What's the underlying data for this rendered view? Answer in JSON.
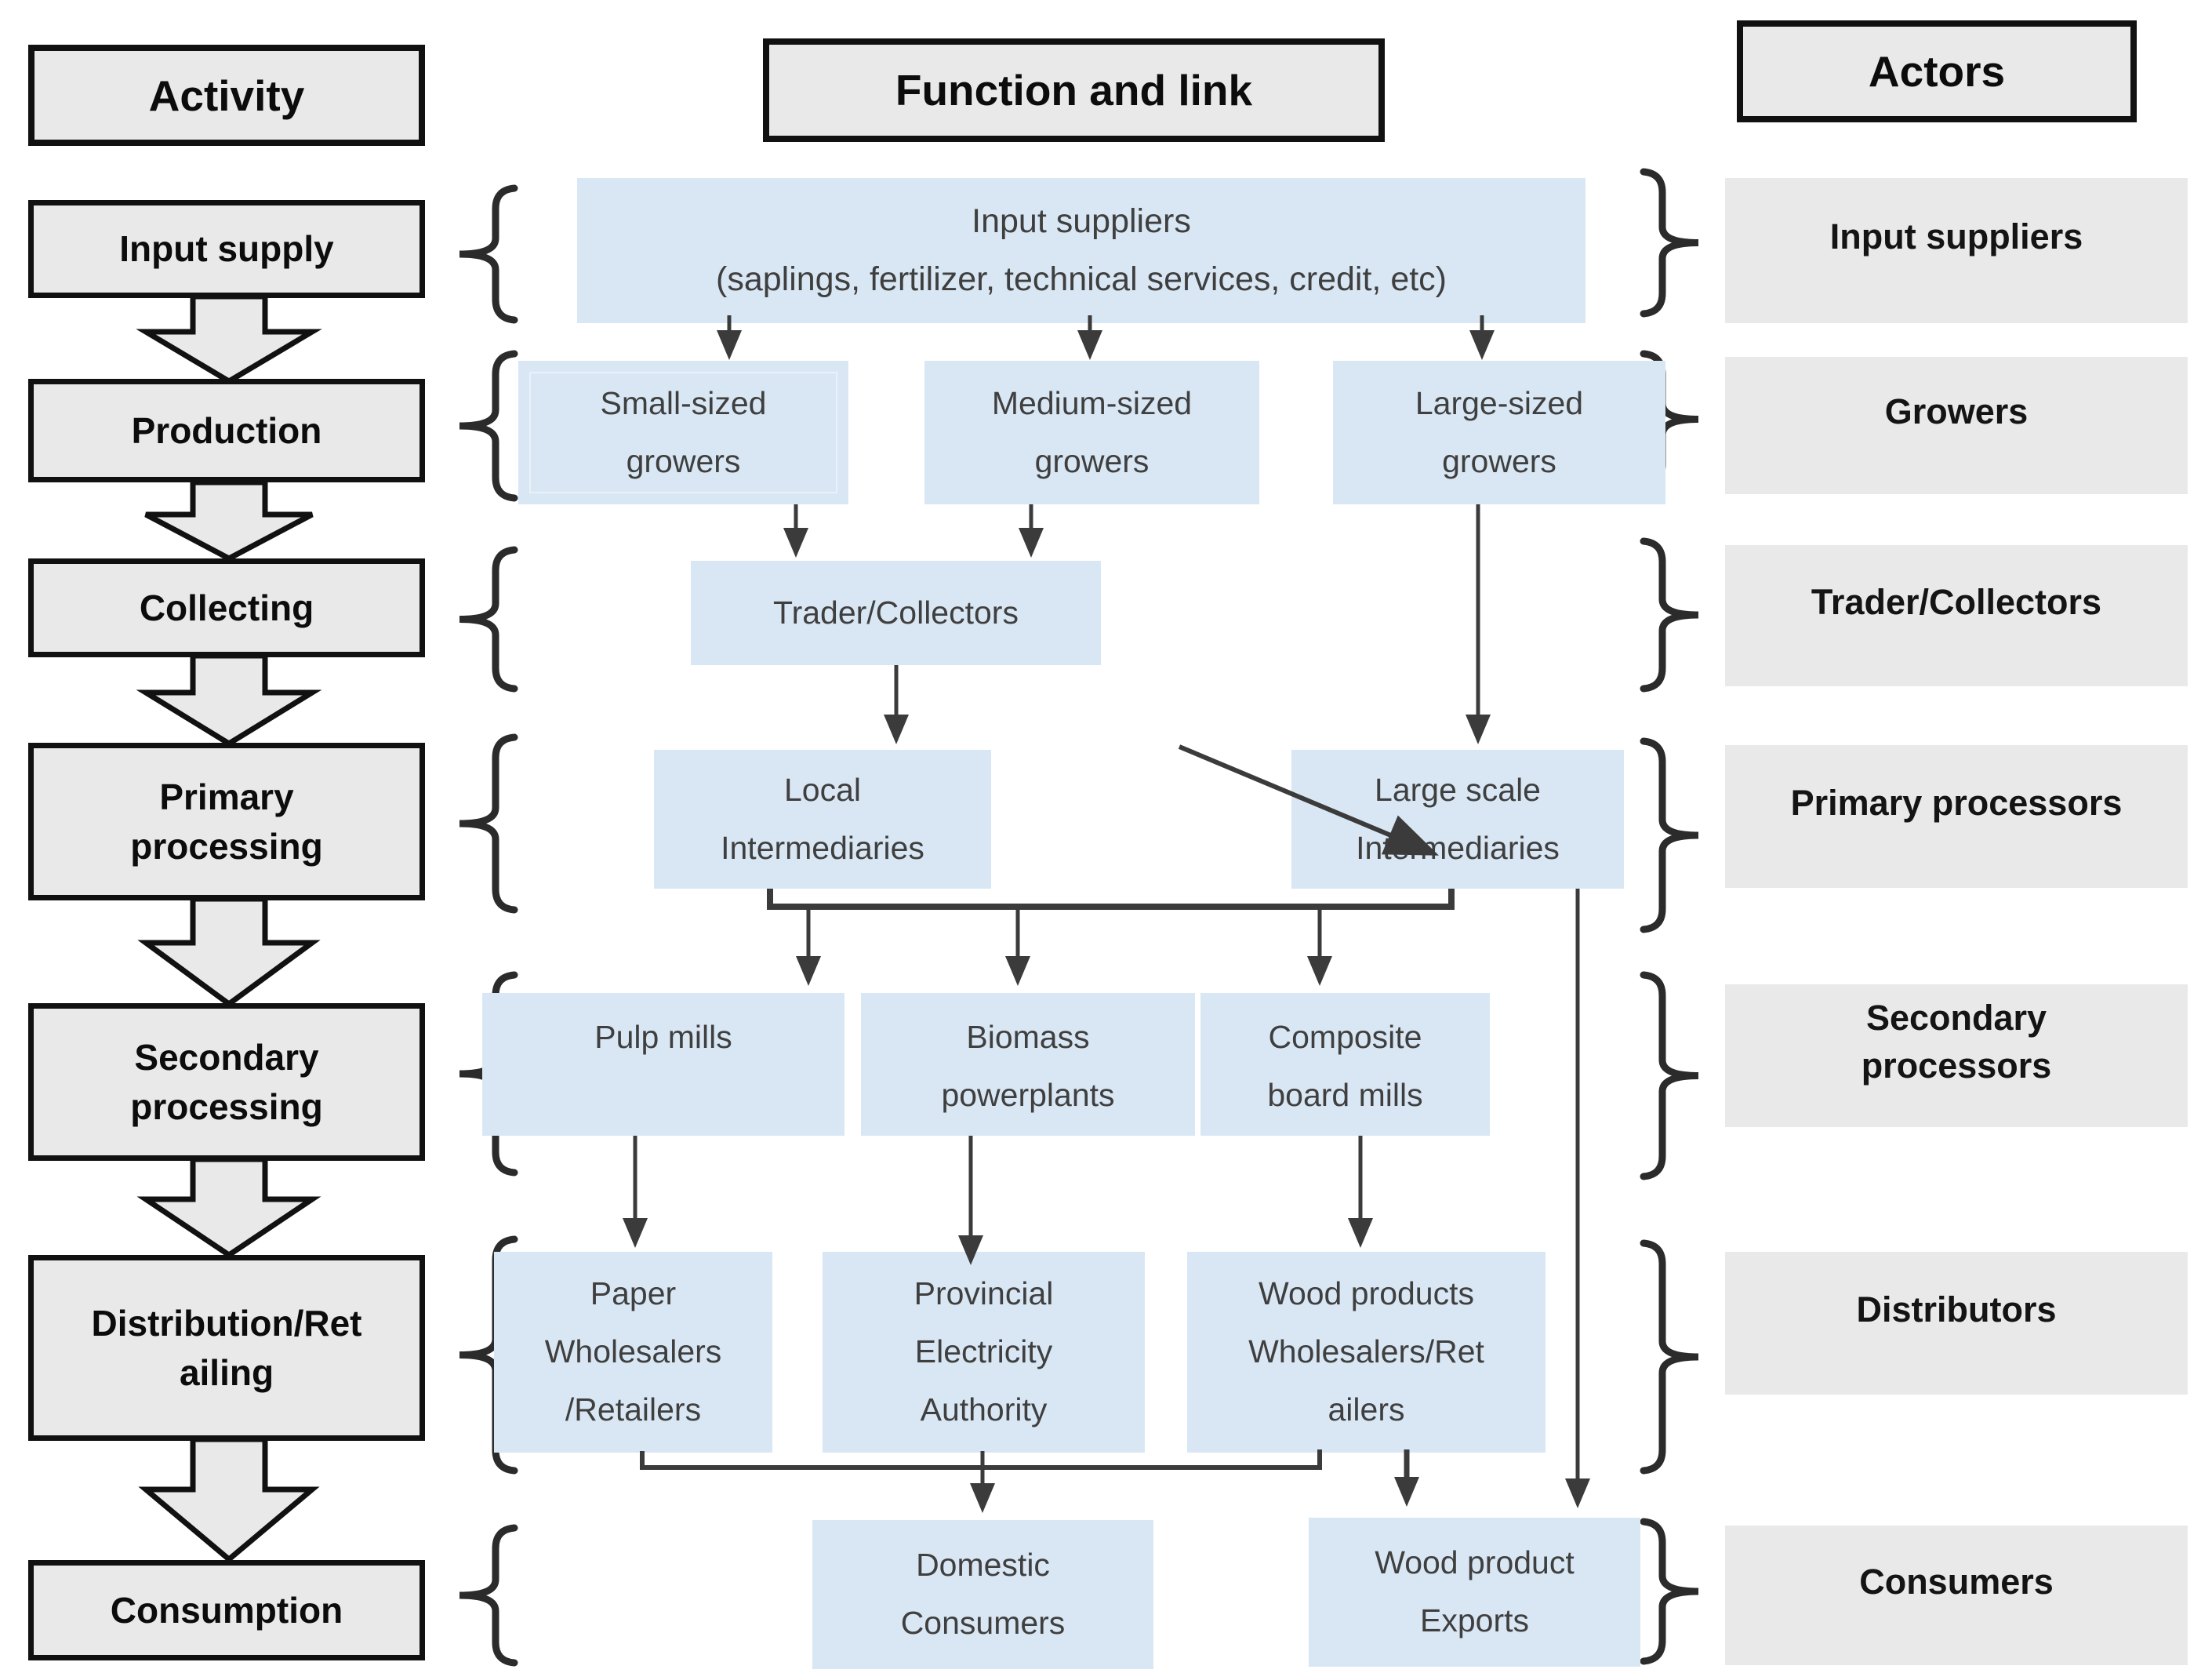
{
  "headers": {
    "activity": "Activity",
    "function": "Function and link",
    "actors": "Actors"
  },
  "activity": {
    "steps": [
      [
        "Input supply"
      ],
      [
        "Production"
      ],
      [
        "Collecting"
      ],
      [
        "Primary",
        "processing"
      ],
      [
        "Secondary",
        "processing"
      ],
      [
        "Distribution/Ret",
        "ailing"
      ],
      [
        "Consumption"
      ]
    ]
  },
  "fn": {
    "input_suppliers": [
      "Input suppliers",
      "(saplings, fertilizer, technical services, credit, etc)"
    ],
    "small_growers": [
      "Small-sized",
      "growers"
    ],
    "medium_growers": [
      "Medium-sized",
      "growers"
    ],
    "large_growers": [
      "Large-sized",
      "growers"
    ],
    "trader_collectors": [
      "Trader/Collectors"
    ],
    "local_intermediaries": [
      "Local",
      "Intermediaries"
    ],
    "large_intermediaries": [
      "Large scale",
      "Intermediaries"
    ],
    "pulp_mills": [
      "Pulp mills"
    ],
    "biomass_powerplants": [
      "Biomass",
      "powerplants"
    ],
    "composite_board_mills": [
      "Composite",
      "board mills"
    ],
    "paper_wholesalers": [
      "Paper",
      "Wholesalers",
      "/Retailers"
    ],
    "provincial_electricity": [
      "Provincial",
      "Electricity",
      "Authority"
    ],
    "wood_wholesalers": [
      "Wood products",
      "Wholesalers/Ret",
      "ailers"
    ],
    "domestic_consumers": [
      "Domestic",
      "Consumers"
    ],
    "wood_exports": [
      "Wood product",
      "Exports"
    ]
  },
  "actors": {
    "list": [
      [
        "Input suppliers"
      ],
      [
        "Growers"
      ],
      [
        "Trader/Collectors"
      ],
      [
        "Primary processors"
      ],
      [
        "Secondary",
        "processors"
      ],
      [
        "Distributors"
      ],
      [
        "Consumers"
      ]
    ]
  },
  "colors": {
    "node_fill": "#d9e7f4",
    "panel_fill": "#e9e9e9",
    "arrow": "#3b3b3b",
    "border": "#111111"
  }
}
